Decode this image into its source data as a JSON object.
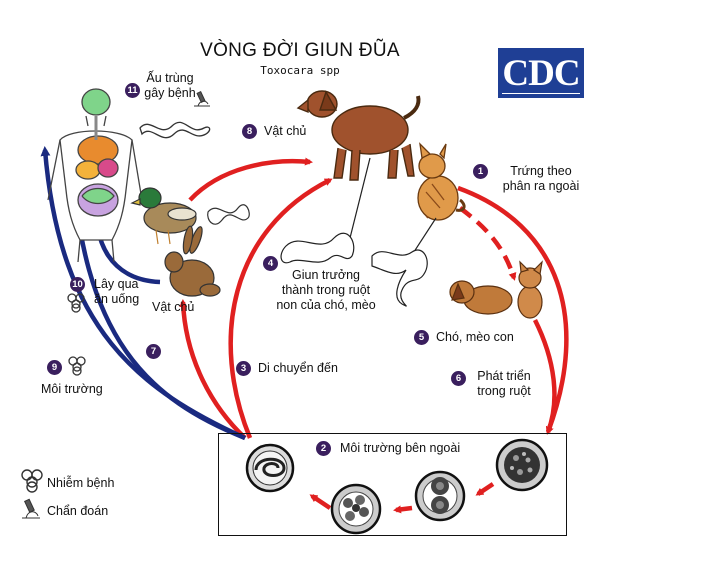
{
  "title": "VÒNG ĐỜI GIUN ĐŨA",
  "subtitle": "Toxocara spp",
  "logo_text": "CDC",
  "steps": {
    "s1": {
      "num": "1",
      "label_line1": "Trứng theo",
      "label_line2": "phân ra ngoài"
    },
    "s2": {
      "num": "2",
      "label": "Môi trường bên ngoài"
    },
    "s3": {
      "num": "3",
      "label": "Di chuyển đến"
    },
    "s4": {
      "num": "4",
      "label_line1": "Giun trưởng",
      "label_line2": "thành trong ruột",
      "label_line3": "non của chó, mèo"
    },
    "s5": {
      "num": "5",
      "label": "Chó, mèo con"
    },
    "s6": {
      "num": "6",
      "label_line1": "Phát triển",
      "label_line2": "trong ruột"
    },
    "s7": {
      "num": "7"
    },
    "s8": {
      "num": "8",
      "label": "Vật chủ"
    },
    "s9": {
      "num": "9",
      "label": "Môi trường"
    },
    "s10": {
      "num": "10",
      "label_line1": "Lây qua",
      "label_line2": "ăn uống"
    },
    "s11": {
      "num": "11",
      "label_line1": "Ấu trùng",
      "label_line2": "gây bệnh"
    }
  },
  "host_label": "Vật chủ",
  "legend": {
    "infective": "Nhiễm bệnh",
    "diagnostic": "Chẩn đoán"
  },
  "colors": {
    "red_arrow": "#e02020",
    "blue_arrow": "#1a2a80",
    "badge": "#3a1f5e",
    "cdc_blue": "#1f3f95",
    "dog": "#a0522d",
    "cat": "#e09a4a"
  }
}
